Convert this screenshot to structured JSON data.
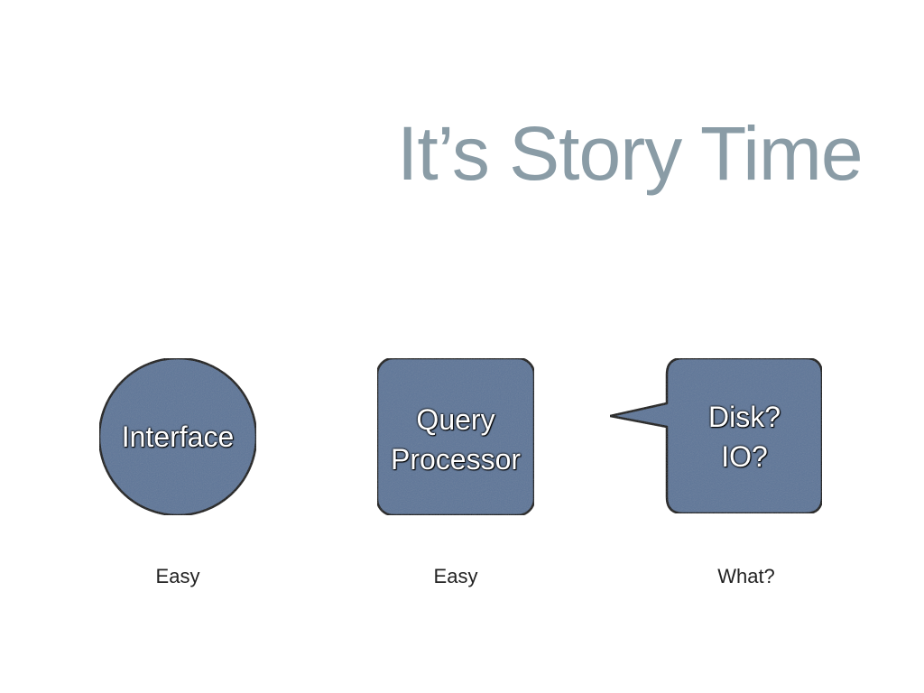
{
  "slide": {
    "title": "It’s Story Time"
  },
  "nodes": [
    {
      "label": "Interface",
      "shape": "circle"
    },
    {
      "label_line1": "Query",
      "label_line2": "Processor",
      "shape": "rounded-rect"
    },
    {
      "label_line1": "Disk?",
      "label_line2": "IO?",
      "shape": "speech-bubble"
    }
  ],
  "captions": [
    "Easy",
    "Easy",
    "What?"
  ],
  "colors": {
    "title": "#8a9ca6",
    "node_fill": "#5d7698",
    "node_stroke": "#111111",
    "node_text": "#ffffff",
    "caption_text": "#222222"
  }
}
